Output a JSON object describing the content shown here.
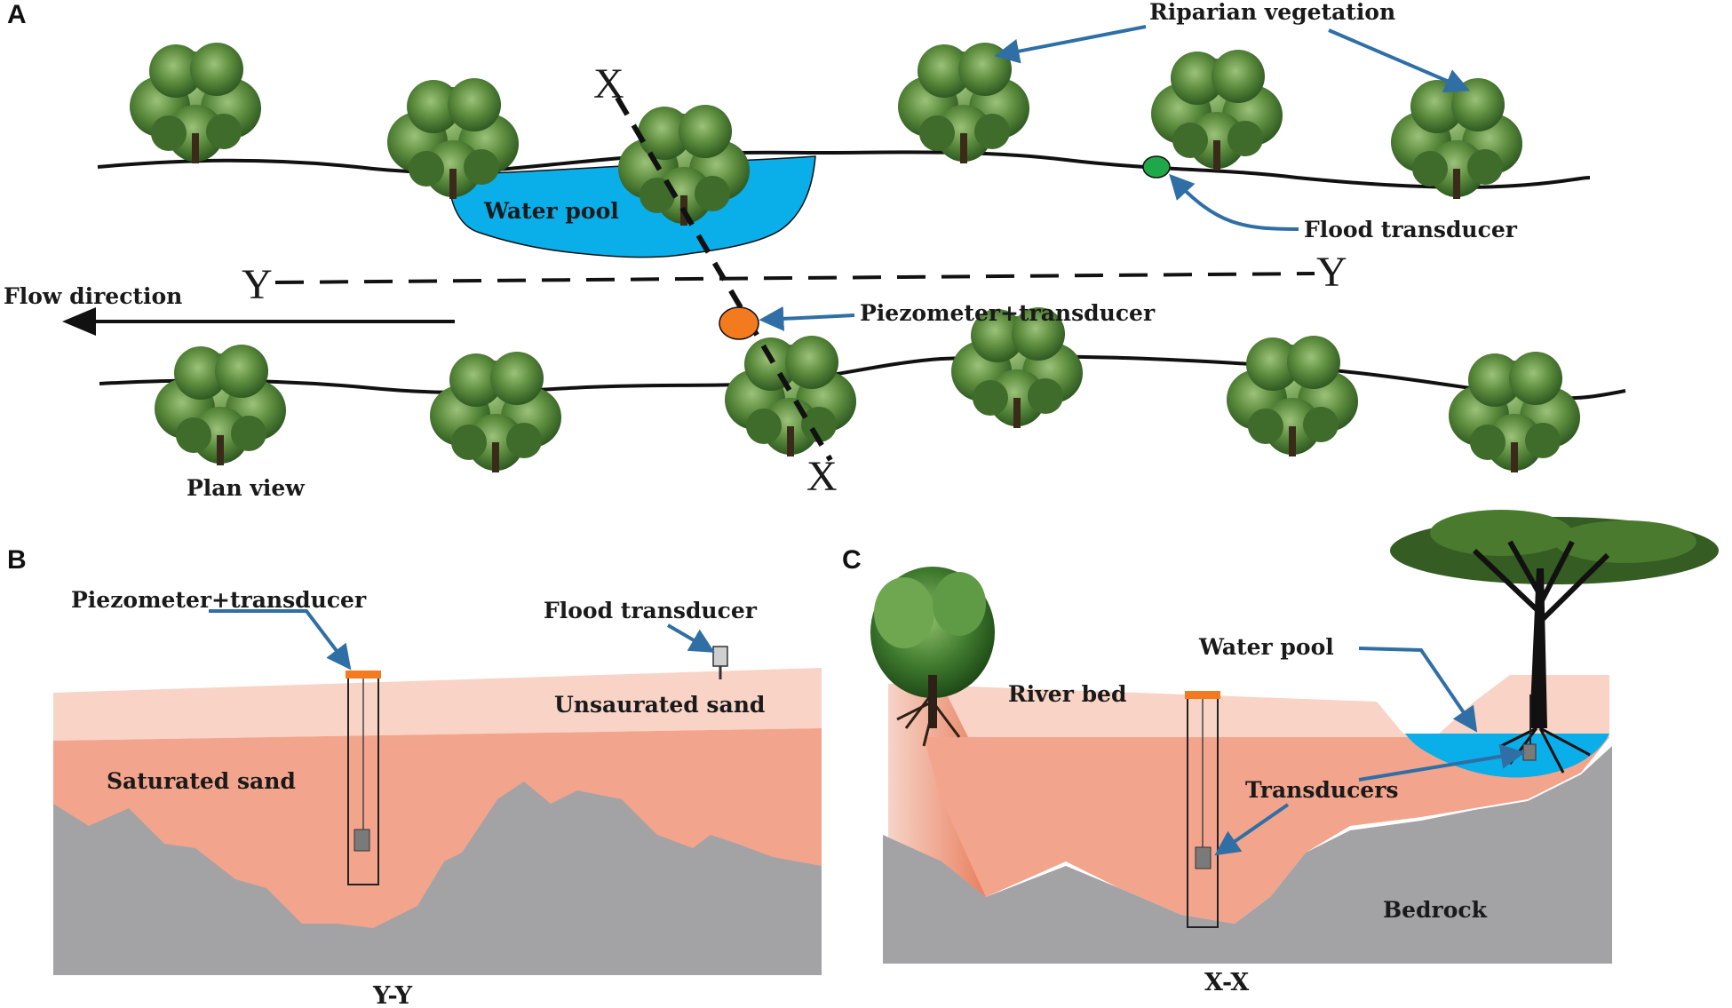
{
  "panels": {
    "a": "A",
    "b": "B",
    "c": "C"
  },
  "plan": {
    "riparian": "Riparian vegetation",
    "water_pool": "Water pool",
    "flood_transducer": "Flood transducer",
    "flow_direction": "Flow direction",
    "piezometer": "Piezometer+transducer",
    "plan_view": "Plan view",
    "x_top": "X",
    "x_bottom": "X",
    "y_left": "Y",
    "y_right": "Y"
  },
  "section_yy": {
    "piezometer": "Piezometer+transducer",
    "flood_transducer": "Flood transducer",
    "unsaturated": "Unsaurated sand",
    "saturated": "Saturated sand",
    "caption": "Y-Y"
  },
  "section_xx": {
    "water_pool": "Water pool",
    "river_bed": "River bed",
    "transducers": "Transducers",
    "bedrock": "Bedrock",
    "caption": "X-X"
  },
  "colors": {
    "water": "#0aaee8",
    "unsaturated_sand": "#f8d3c6",
    "saturated_sand": "#f3a48c",
    "bedrock": "#a3a3a5",
    "tree": "#4d7a35",
    "arrow": "#2f6fa6",
    "piezometer_plan": "#f47a1f",
    "flood_plan": "#1fa84a"
  },
  "icons": [
    "tree-icon",
    "arrow-icon",
    "piezometer-icon",
    "transducer-icon"
  ]
}
